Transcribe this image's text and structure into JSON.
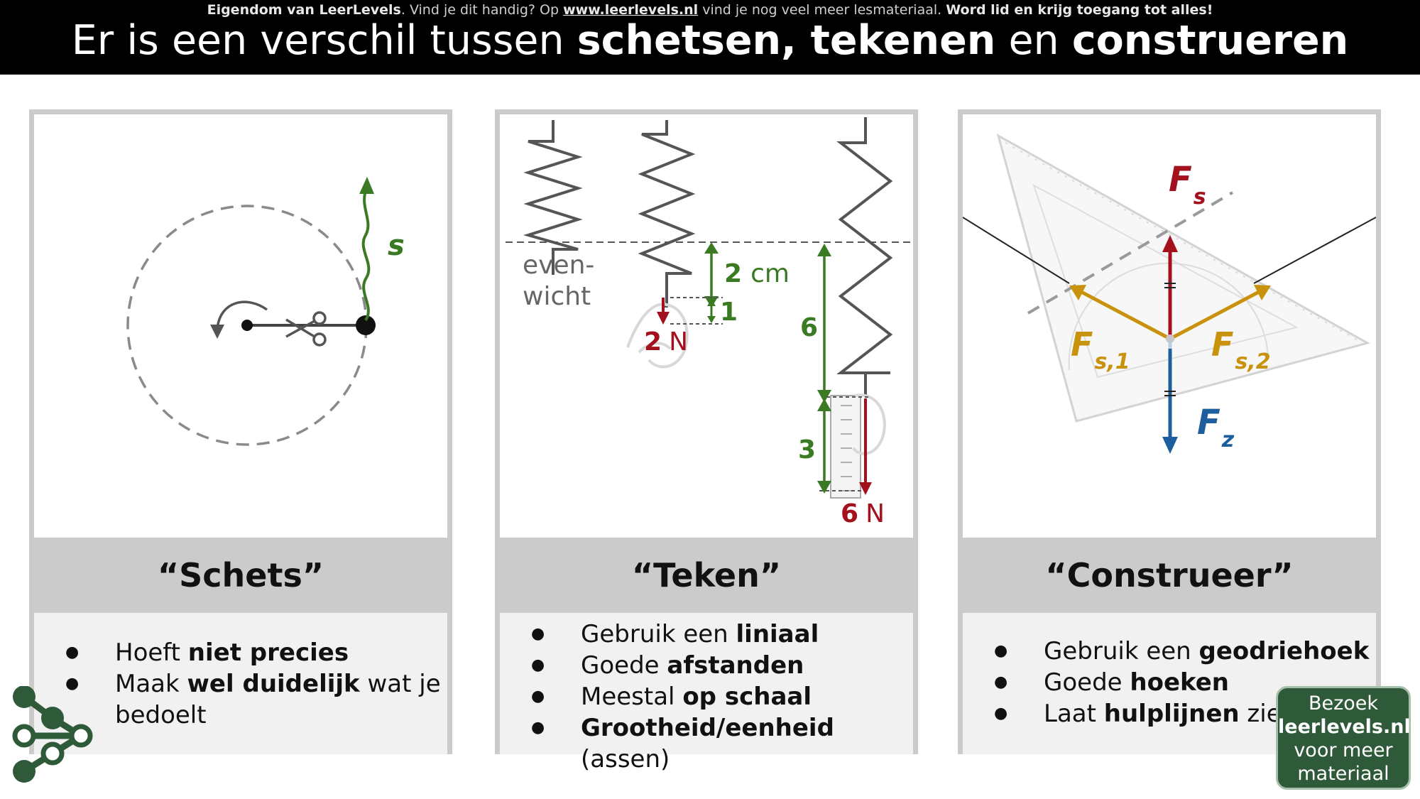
{
  "header": {
    "notice_prefix": "Eigendom van LeerLevels",
    "notice_mid1": ". Vind je dit handig? Op ",
    "notice_link": "www.leerlevels.nl",
    "notice_mid2": " vind je nog veel meer lesmateriaal. ",
    "notice_cta": "Word lid en krijg toegang tot alles!",
    "title_part1": "Er is een verschil tussen ",
    "title_bold1": "schetsen, tekenen",
    "title_part2": " en ",
    "title_bold2": "construeren"
  },
  "panels": {
    "schets": {
      "heading": "“Schets”",
      "figure": {
        "label_s": "s"
      },
      "bullets": [
        {
          "normal": "Hoeft ",
          "bold": "niet precies",
          "rest": ""
        },
        {
          "normal": "Maak ",
          "bold": "wel duidelijk",
          "rest": " wat je bedoelt"
        }
      ]
    },
    "teken": {
      "heading": "“Teken”",
      "figure": {
        "evenwicht_line1": "even-",
        "evenwicht_line2": "wicht",
        "dim_2cm_num": "2",
        "dim_2cm_unit": "cm",
        "dim_1": "1",
        "force1_num": "2",
        "force1_unit": "N",
        "dim_6": "6",
        "dim_3": "3",
        "force2_num": "6",
        "force2_unit": "N"
      },
      "bullets": [
        {
          "normal": "Gebruik een ",
          "bold": "liniaal",
          "rest": ""
        },
        {
          "normal": "Goede ",
          "bold": "afstanden",
          "rest": ""
        },
        {
          "normal": "Meestal ",
          "bold": "op schaal",
          "rest": ""
        },
        {
          "normal": "",
          "bold": "Grootheid/eenheid",
          "rest": " (assen)"
        }
      ]
    },
    "construeer": {
      "heading": "“Construeer”",
      "figure": {
        "fs_main": "F",
        "fs_sub": "s",
        "fs1_main": "F",
        "fs1_sub": "s,1",
        "fs2_main": "F",
        "fs2_sub": "s,2",
        "fz_main": "F",
        "fz_sub": "z"
      },
      "bullets": [
        {
          "normal": "Gebruik een ",
          "bold": "geodriehoek",
          "rest": ""
        },
        {
          "normal": "Goede ",
          "bold": "hoeken",
          "rest": ""
        },
        {
          "normal": "Laat ",
          "bold": "hulplijnen",
          "rest": " zien"
        }
      ]
    }
  },
  "badge": {
    "line1": "Bezoek",
    "line2": "leerlevels.nl",
    "line3": "voor meer",
    "line4": "materiaal"
  },
  "colors": {
    "green": "#3a7a22",
    "red": "#a3111d",
    "gold": "#c9920c",
    "blue": "#1d5f9e",
    "panel_border": "#cbcbcb",
    "logo_green": "#2f5a3a"
  }
}
